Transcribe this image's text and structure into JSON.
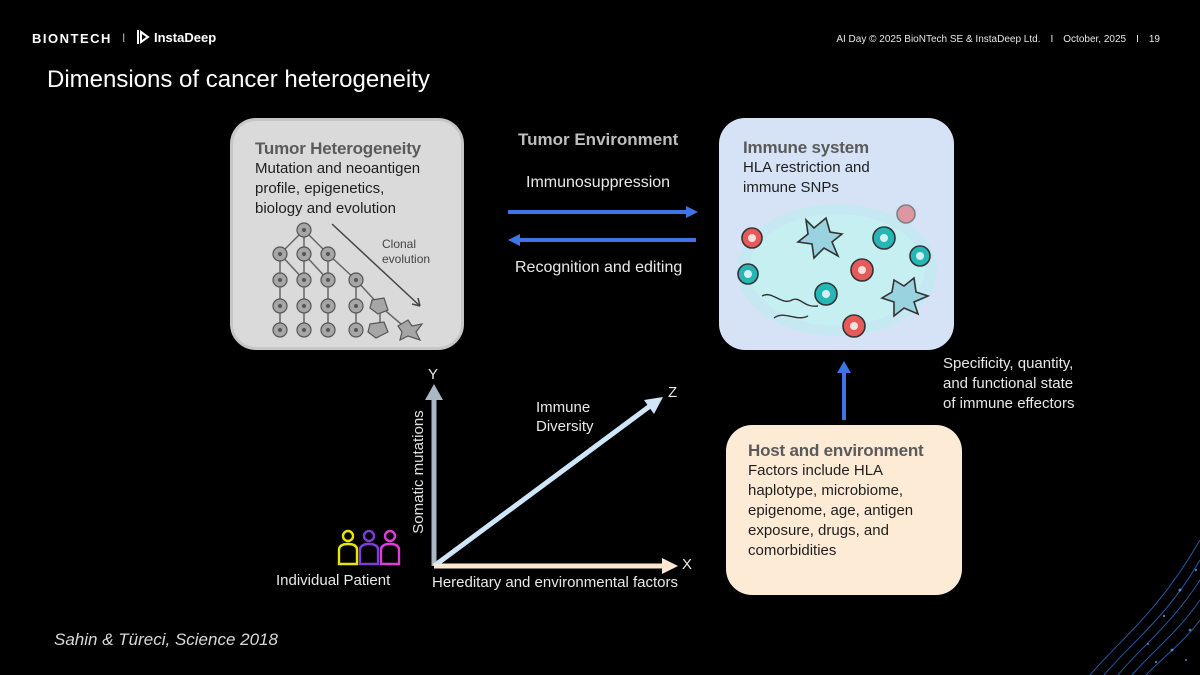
{
  "header": {
    "brand_left": "BIONTECH",
    "brand_sep": "I",
    "brand_right": "InstaDeep",
    "event": "AI Day © 2025 BioNTech SE & InstaDeep Ltd.",
    "sep1": "I",
    "date": "October, 2025",
    "sep2": "I",
    "page": "19"
  },
  "slide": {
    "title": "Dimensions of cancer heterogeneity",
    "tumor": {
      "title": "Tumor Heterogeneity",
      "lines": [
        "Mutation and neoantigen",
        "profile, epigenetics,",
        "biology and evolution"
      ],
      "clonal": [
        "Clonal",
        "evolution"
      ]
    },
    "environment": {
      "title": "Tumor Environment",
      "top_arrow": "Immunosuppression",
      "bottom_arrow": "Recognition and editing"
    },
    "immune": {
      "title": "Immune system",
      "lines": [
        "HLA restriction and",
        "immune SNPs"
      ]
    },
    "effectors": [
      "Specificity, quantity,",
      "and functional state",
      "of immune effectors"
    ],
    "host": {
      "title": "Host and environment",
      "lines": [
        "Factors include HLA",
        "haplotype, microbiome,",
        "epigenome, age, antigen",
        "exposure, drugs, and",
        "comorbidities"
      ]
    },
    "axes": {
      "y": "Y",
      "y_label": "Somatic mutations",
      "z": "Z",
      "z_label": [
        "Immune",
        "Diversity"
      ],
      "x": "X",
      "x_label": "Hereditary and environmental factors"
    },
    "patient_label": "Individual Patient",
    "citation": "Sahin & Türeci, Science 2018"
  },
  "colors": {
    "arrow_blue": "#3f74e6",
    "y_axis": "#a9b8c2",
    "z_axis": "#cfe6f8",
    "x_axis": "#fde6d2",
    "patient_yellow": "#e6e600",
    "patient_purple": "#7a3fd6",
    "patient_magenta": "#e23cd8"
  }
}
